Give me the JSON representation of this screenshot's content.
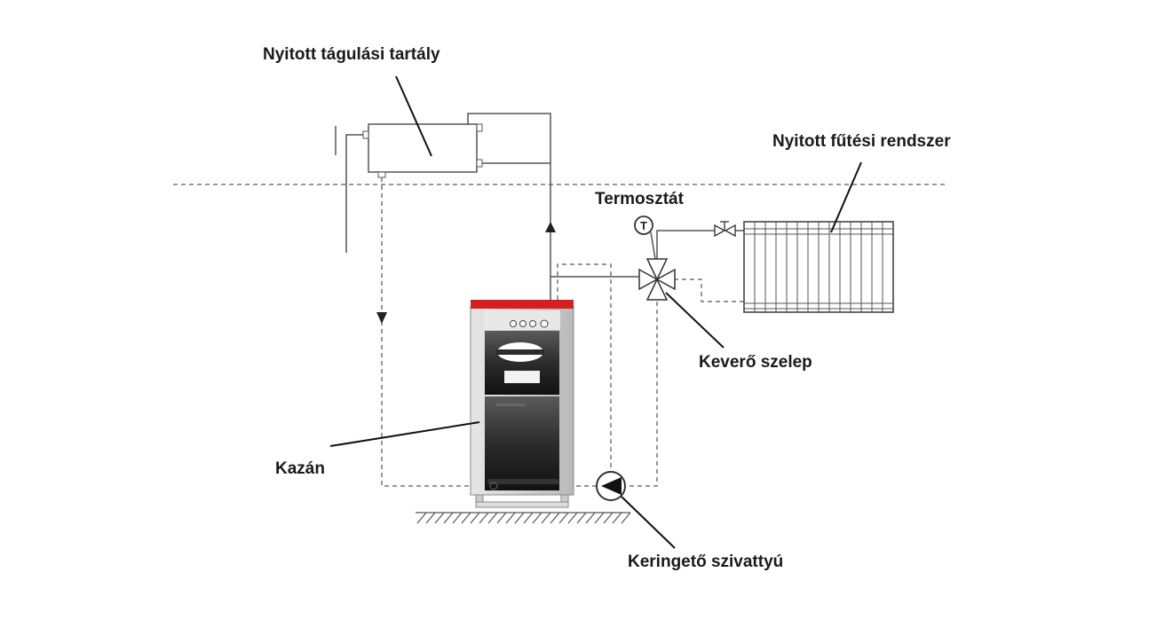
{
  "labels": {
    "expansion_tank": "Nyitott tágulási tartály",
    "heating_system": "Nyitott fűtési rendszer",
    "thermostat": "Termosztát",
    "mixing_valve": "Keverő szelep",
    "boiler": "Kazán",
    "pump": "Keringető szivattyú"
  },
  "thermostat_symbol": "T",
  "colors": {
    "boiler_top": "#d42020",
    "boiler_body": "#2a2a2a",
    "boiler_side": "#c8c8c8",
    "pipe": "#555555"
  }
}
